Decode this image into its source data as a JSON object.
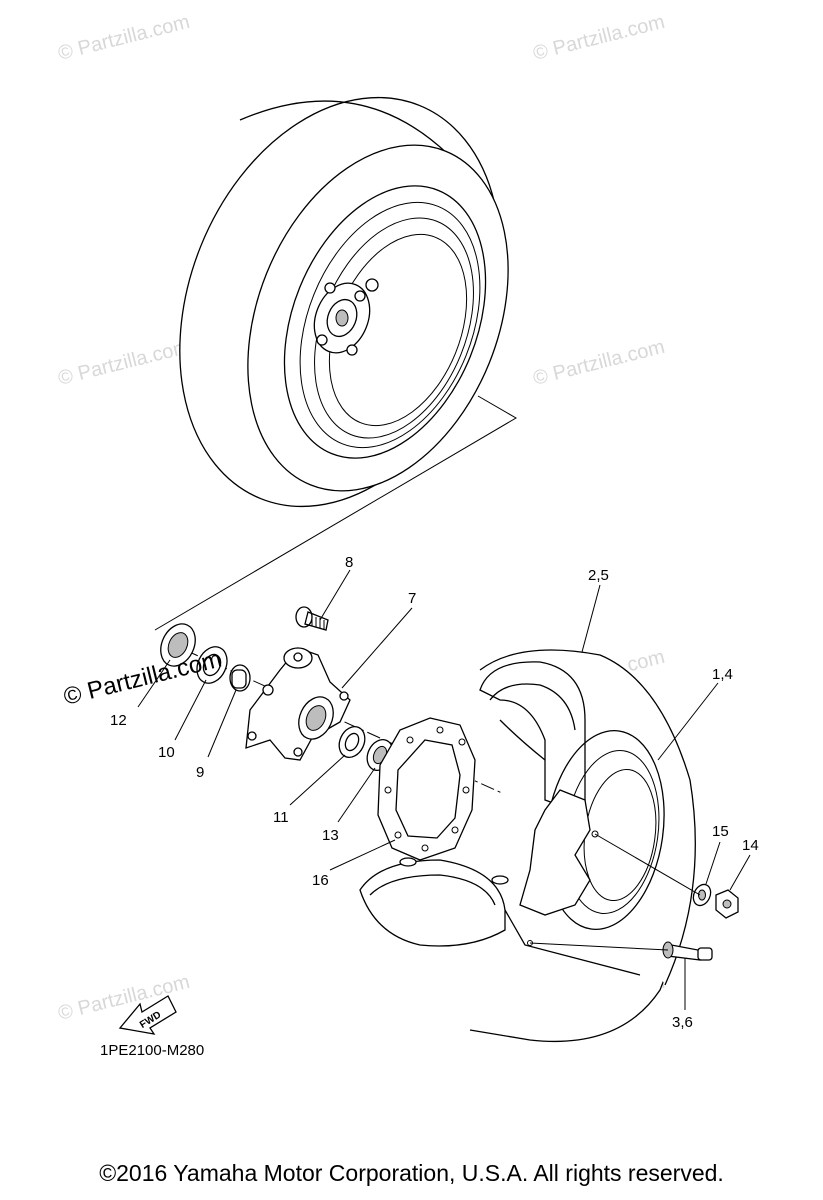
{
  "callouts": {
    "c8": "8",
    "c7": "7",
    "c25": "2,5",
    "c14a": "1,4",
    "c12": "12",
    "c10": "10",
    "c9": "9",
    "c11": "11",
    "c13": "13",
    "c16": "16",
    "c15": "15",
    "c14": "14",
    "c36": "3,6"
  },
  "fwd_arrow_text": "FWD",
  "diagram_code": "1PE2100-M280",
  "watermark_small": "© Partzilla.com",
  "watermark_large": "© Partzilla.com",
  "copyright": "©2016  Yamaha Motor Corporation, U.S.A. All rights reserved."
}
